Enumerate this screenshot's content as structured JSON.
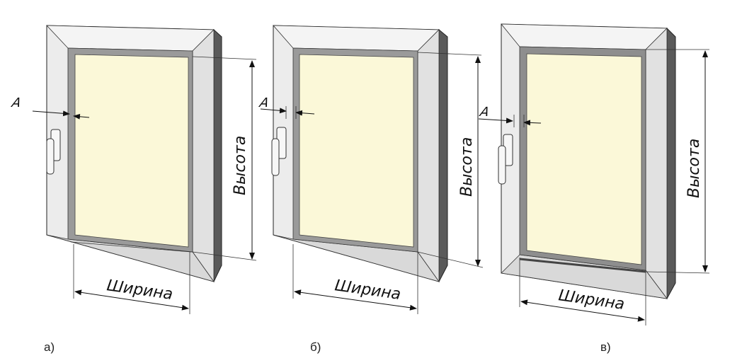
{
  "labels": {
    "width": "Ширина",
    "height": "Высота",
    "gap": "А"
  },
  "captions": [
    "а)",
    "б)",
    "в)"
  ],
  "colors": {
    "glass": "#fbf8d8",
    "frame": "#ececec",
    "frame_shade": "#d7d7d7",
    "bead": "#9a9a9a",
    "bead_dark": "#6a6a6a",
    "depth": "#5a5a5a",
    "lines": "#111111"
  }
}
